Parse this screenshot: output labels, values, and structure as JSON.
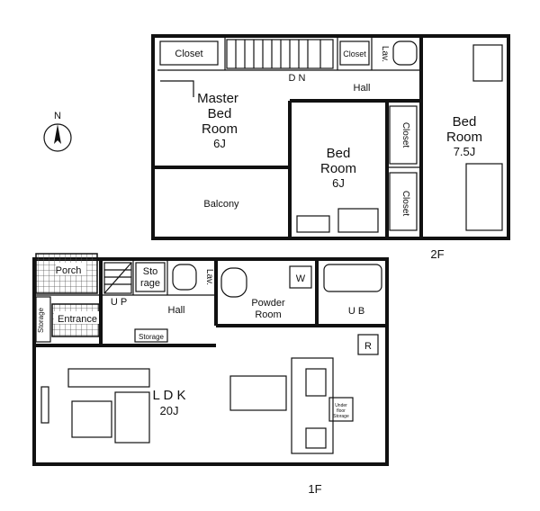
{
  "floors": {
    "second": {
      "label": "2F",
      "rooms": {
        "closet_top": "Closet",
        "closet_small": "Closet",
        "lav": "Lav.",
        "dn": "D N",
        "hall": "Hall",
        "master": [
          "Master",
          "Bed",
          "Room",
          "6J"
        ],
        "bed_mid": [
          "Bed",
          "Room",
          "6J"
        ],
        "bed_right": [
          "Bed",
          "Room",
          "7.5J"
        ],
        "closet_v1": "Closet",
        "closet_v2": "Closet",
        "balcony": "Balcony"
      }
    },
    "first": {
      "label": "1F",
      "rooms": {
        "porch": "Porch",
        "storage_v": "Storage",
        "entrance": "Entrance",
        "up": "U P",
        "storage_box": [
          "Sto",
          "rage"
        ],
        "lav": "Lav.",
        "hall": "Hall",
        "storage_small": "Storage",
        "powder": [
          "Powder",
          "Room"
        ],
        "w": "W",
        "ub": "U B",
        "r": "R",
        "ldk": [
          "L D K",
          "20J"
        ],
        "under_floor": [
          "Under",
          "floor",
          "Storage"
        ]
      }
    }
  },
  "compass": {
    "label": "N"
  }
}
